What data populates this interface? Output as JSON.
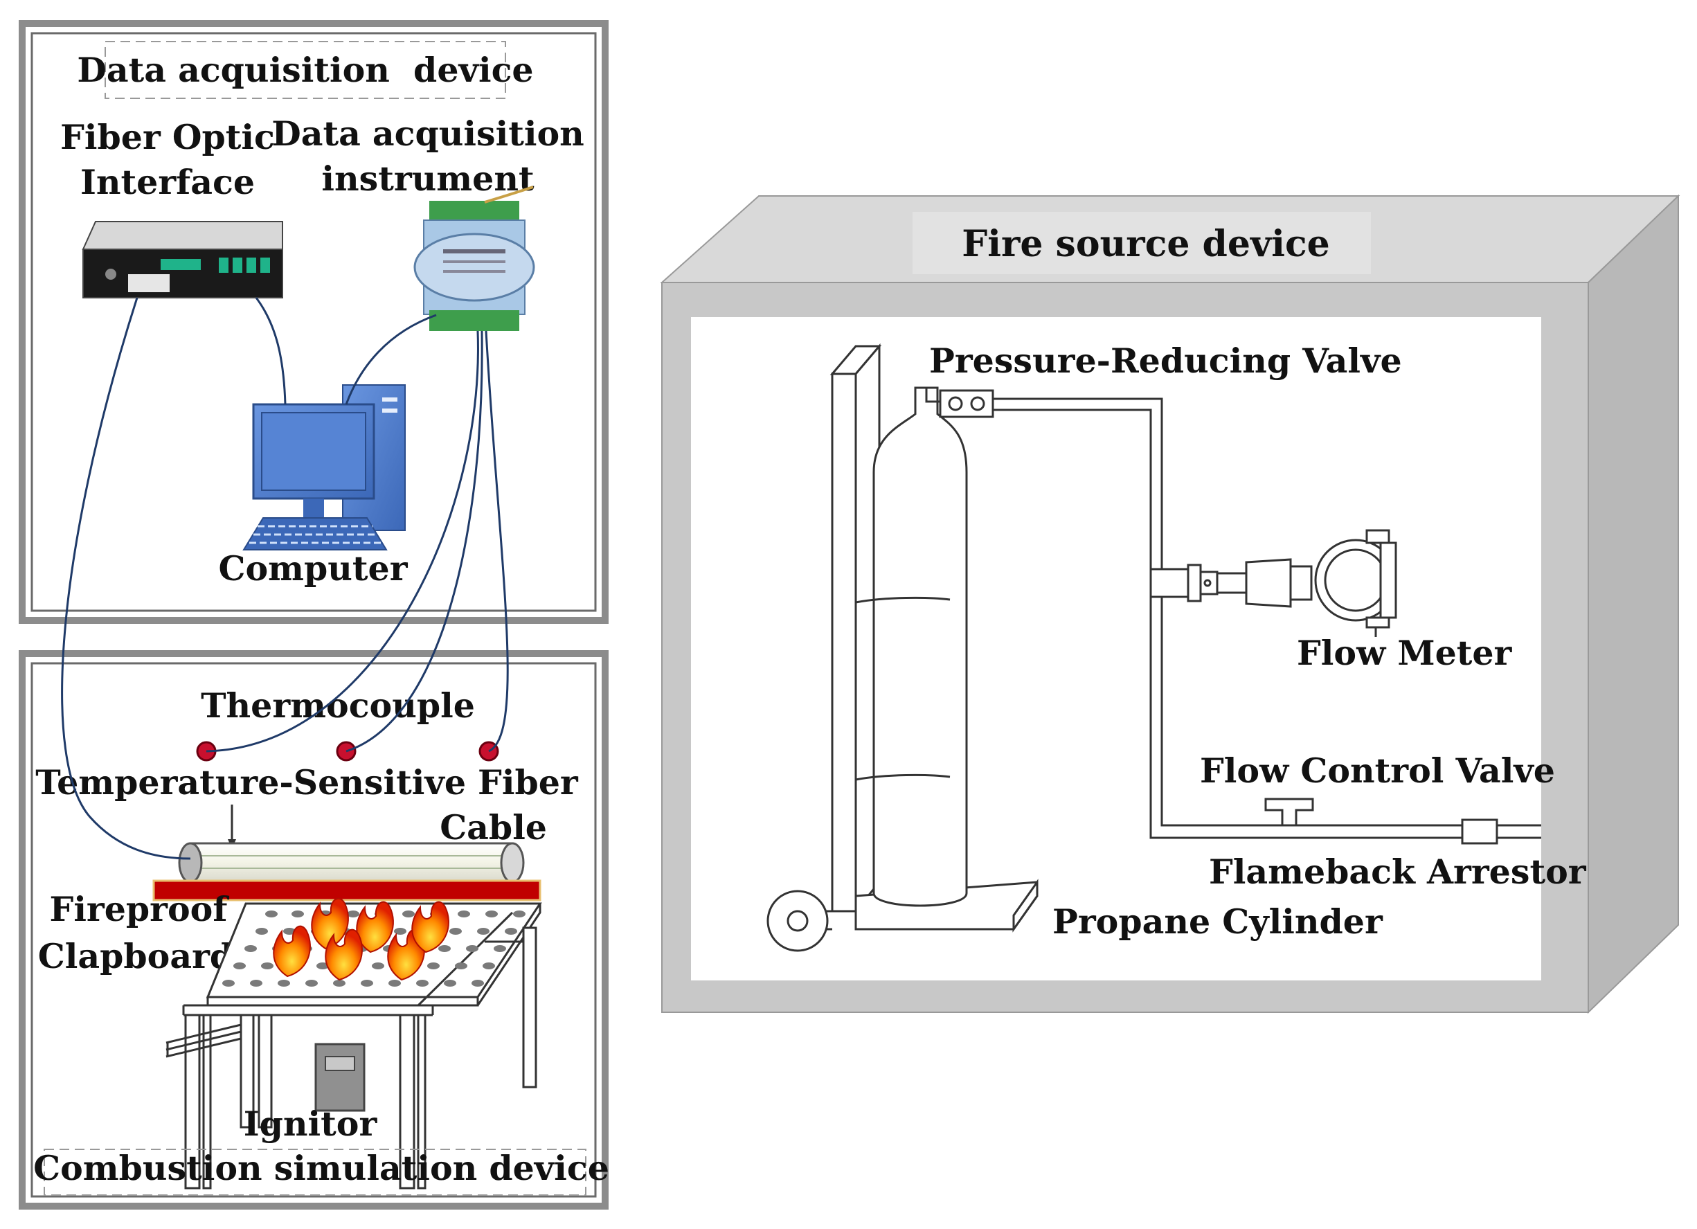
{
  "panels": {
    "data_acquisition": {
      "title": "Data acquisition  device"
    },
    "combustion": {
      "title": "Combustion simulation device"
    },
    "fire_source": {
      "title": "Fire source device"
    }
  },
  "labels": {
    "fiber_optic_interface": [
      "Fiber Optic",
      "Interface"
    ],
    "data_acquisition_instrument": [
      "Data acquisition",
      "instrument"
    ],
    "computer": "Computer",
    "thermocouple": "Thermocouple",
    "temperature_sensitive_fiber": [
      "Temperature-Sensitive Fiber",
      "Cable"
    ],
    "fireproof_clapboard": [
      "Fireproof",
      "Clapboard"
    ],
    "ignitor": "Ignitor",
    "pressure_reducing_valve": "Pressure-Reducing Valve",
    "flow_meter": "Flow Meter",
    "flow_control_valve": "Flow Control Valve",
    "flameback_arrestor": "Flameback Arrestor",
    "propane_cylinder": "Propane Cylinder"
  },
  "colors": {
    "panel_frame": "#8c8c8c",
    "cable": "#1f3a68",
    "thermocouple": "#c8102e",
    "clapboard": "#c00000",
    "monitor": "#4a78c8",
    "fire_box": "#c8c8c8"
  }
}
